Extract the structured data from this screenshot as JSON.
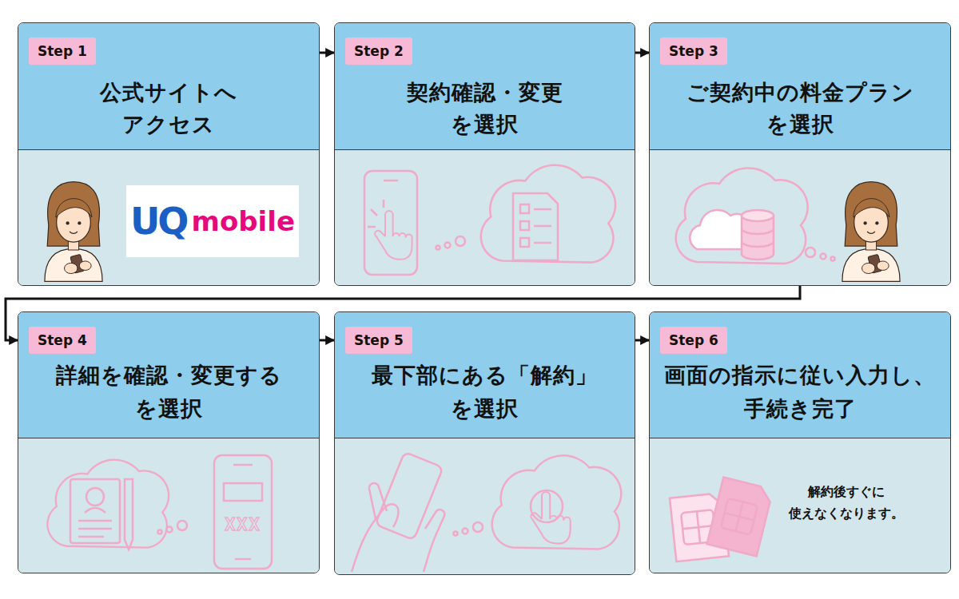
{
  "diagram": {
    "nodes": [
      {
        "text": [
          "Step 1",
          "公式サイトへ アクセス"
        ]
      },
      {
        "text": [
          "UQ",
          "mobile"
        ],
        "in": 0
      },
      {
        "text": [
          "Step 2",
          "契約確認・変更 を選択"
        ]
      },
      {
        "text": [
          "Step 3",
          "ご契約中の料金プラン を選択"
        ]
      },
      {
        "text": [
          "Step 4",
          "詳細を確認・変更する を選択"
        ]
      },
      {
        "text": [
          "Step 5",
          "最下部にある「解約」 を選択"
        ]
      },
      {
        "text": [
          "Step 6",
          "画面の指示に従い入力し、 手続き完了",
          "解約後すぐに 使えなくなります。"
        ]
      }
    ],
    "edges": [
      {
        "from": 0,
        "to": 2,
        "arrow": "to"
      },
      {
        "from": 2,
        "to": 3,
        "arrow": "to"
      },
      {
        "from": 3,
        "to": 4,
        "arrow": "to"
      },
      {
        "from": 4,
        "to": 5,
        "arrow": "to"
      },
      {
        "from": 5,
        "to": 6,
        "arrow": "to"
      }
    ],
    "labels": [
      "XXX"
    ]
  }
}
